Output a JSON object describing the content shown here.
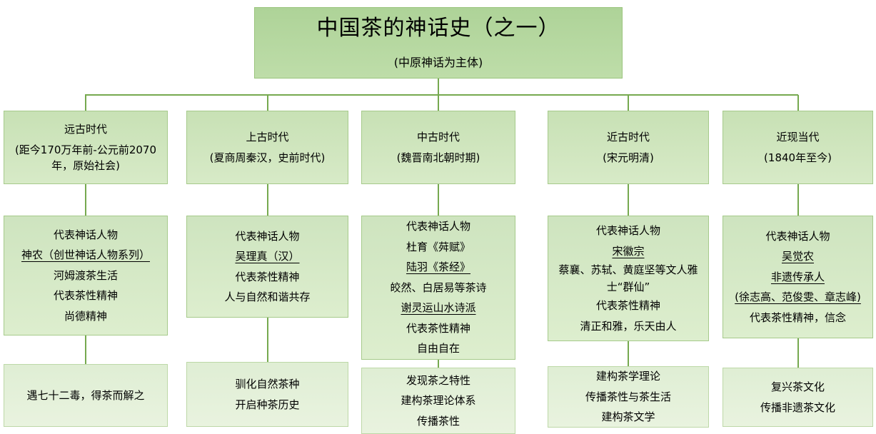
{
  "title": {
    "main": "中国茶的神话史（之一）",
    "subtitle": "(中原神话为主体)"
  },
  "columns": [
    {
      "era": {
        "name": "远古时代",
        "period": "(距今170万年前-公元前2070年，原始社会)"
      },
      "figures": [
        {
          "text": "代表神话人物",
          "underline": false
        },
        {
          "text": "神农（创世神话人物系列）",
          "underline": true
        },
        {
          "text": "河姆渡茶生活",
          "underline": false
        },
        {
          "text": "代表茶性精神",
          "underline": false
        },
        {
          "text": "尚德精神",
          "underline": false
        }
      ],
      "legacy": [
        "遇七十二毒，得茶而解之"
      ]
    },
    {
      "era": {
        "name": "上古时代",
        "period": "(夏商周秦汉，史前时代)"
      },
      "figures": [
        {
          "text": "代表神话人物",
          "underline": false
        },
        {
          "text": "吴理真（汉）",
          "underline": true
        },
        {
          "text": "代表茶性精神",
          "underline": false
        },
        {
          "text": "人与自然和谐共存",
          "underline": false
        }
      ],
      "legacy": [
        "驯化自然茶种",
        "开启种茶历史"
      ]
    },
    {
      "era": {
        "name": "中古时代",
        "period": "(魏晋南北朝时期)"
      },
      "figures": [
        {
          "text": "代表神话人物",
          "underline": false
        },
        {
          "text": "杜育《荈赋》",
          "underline": false
        },
        {
          "text": "陆羽《茶经》",
          "underline": true
        },
        {
          "text": "皎然、白居易等茶诗",
          "underline": false
        },
        {
          "text": "谢灵运山水诗派",
          "underline": true
        },
        {
          "text": "代表茶性精神",
          "underline": false
        },
        {
          "text": "自由自在",
          "underline": false
        }
      ],
      "legacy": [
        "发现茶之特性",
        "建构茶理论体系",
        "传播茶性"
      ]
    },
    {
      "era": {
        "name": "近古时代",
        "period": "(宋元明清)"
      },
      "figures": [
        {
          "text": "代表神话人物",
          "underline": false
        },
        {
          "text": "宋徽宗",
          "underline": true
        },
        {
          "text": "蔡襄、苏轼、黄庭坚等文人雅士“群仙”",
          "underline": false
        },
        {
          "text": "代表茶性精神",
          "underline": false
        },
        {
          "text": "清正和雅，乐天由人",
          "underline": false
        }
      ],
      "legacy": [
        "建构茶学理论",
        "传播茶性与茶生活",
        "建构茶文学"
      ]
    },
    {
      "era": {
        "name": "近现当代",
        "period": "(1840年至今)"
      },
      "figures": [
        {
          "text": "代表神话人物",
          "underline": false
        },
        {
          "text": "吴觉农",
          "underline": true
        },
        {
          "text": "非遗传承人",
          "underline": true
        },
        {
          "text": "(徐志高、范俊雯、章志峰)",
          "underline": true
        },
        {
          "text": "代表茶性精神，信念",
          "underline": false
        }
      ],
      "legacy": [
        "复兴茶文化",
        "传播非遗茶文化"
      ]
    }
  ],
  "colors": {
    "title_fill_top": "#aed398",
    "title_fill_bottom": "#bedda9",
    "era_fill_top": "#c8e1b5",
    "era_fill_bottom": "#d7eac7",
    "middle_fill_top": "#cee4bf",
    "middle_fill_bottom": "#ddeece",
    "bottom_fill_top": "#dfeed4",
    "bottom_fill_bottom": "#e9f3df",
    "box_border": "#a6ca8b",
    "connector": "#76a94f",
    "text": "#000000",
    "background": "#ffffff"
  }
}
